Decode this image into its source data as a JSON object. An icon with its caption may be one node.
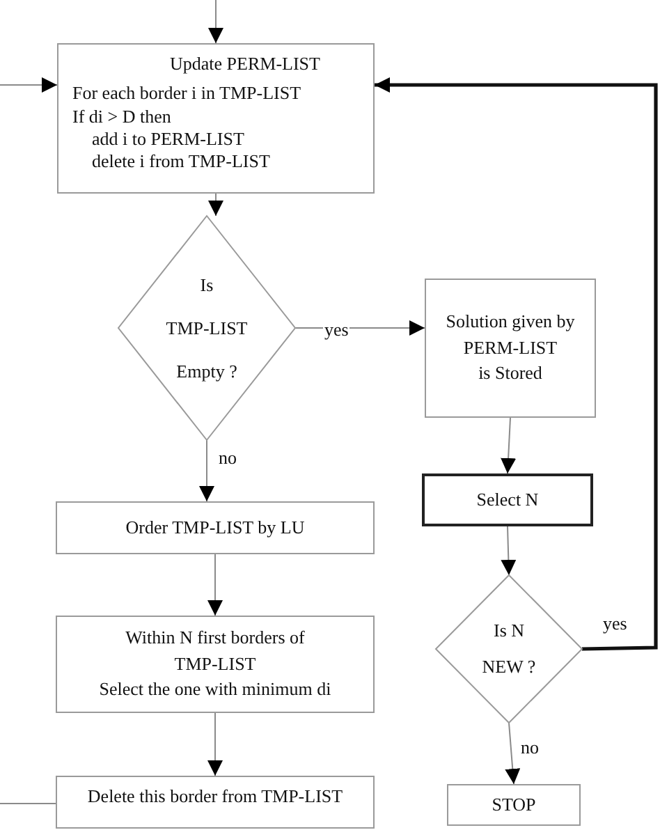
{
  "diagram": {
    "nodes": [
      {
        "text": [
          "Update PERM-LIST",
          "For each border i in TMP-LIST",
          "If di > D then",
          "add i to PERM-LIST",
          "delete i from TMP-LIST"
        ]
      },
      {
        "text": [
          "Is",
          "TMP-LIST",
          "Empty ?"
        ]
      },
      {
        "text": [
          "Solution given by",
          "PERM-LIST",
          "is Stored"
        ]
      },
      {
        "text": [
          "Select N"
        ]
      },
      {
        "text": [
          "Is N",
          "NEW ?"
        ]
      },
      {
        "text": [
          "Order TMP-LIST by LU"
        ]
      },
      {
        "text": [
          "Within N first borders of",
          "TMP-LIST",
          "Select the one with minimum di"
        ]
      },
      {
        "text": [
          "STOP"
        ]
      },
      {
        "text": [
          "Delete this border from TMP-LIST"
        ]
      }
    ],
    "edges": [
      {
        "from": null,
        "to": 0,
        "arrow": "to"
      },
      {
        "from": null,
        "to": 0,
        "arrow": "to"
      },
      {
        "from": 0,
        "to": 1,
        "arrow": "to"
      },
      {
        "from": 1,
        "to": 2,
        "label": "yes",
        "arrow": "to"
      },
      {
        "from": 1,
        "to": 5,
        "label": "no",
        "arrow": "to"
      },
      {
        "from": 2,
        "to": 3,
        "arrow": "to"
      },
      {
        "from": 3,
        "to": 4,
        "arrow": "to"
      },
      {
        "from": 4,
        "to": 0,
        "label": "yes",
        "arrow": "to",
        "style": "thick",
        "color": "#111111"
      },
      {
        "from": 4,
        "to": 7,
        "label": "no",
        "arrow": "to"
      },
      {
        "from": 5,
        "to": 6,
        "arrow": "to"
      },
      {
        "from": 6,
        "to": 8,
        "arrow": "to"
      },
      {
        "from": 8,
        "to": null,
        "arrow": "none"
      }
    ]
  }
}
